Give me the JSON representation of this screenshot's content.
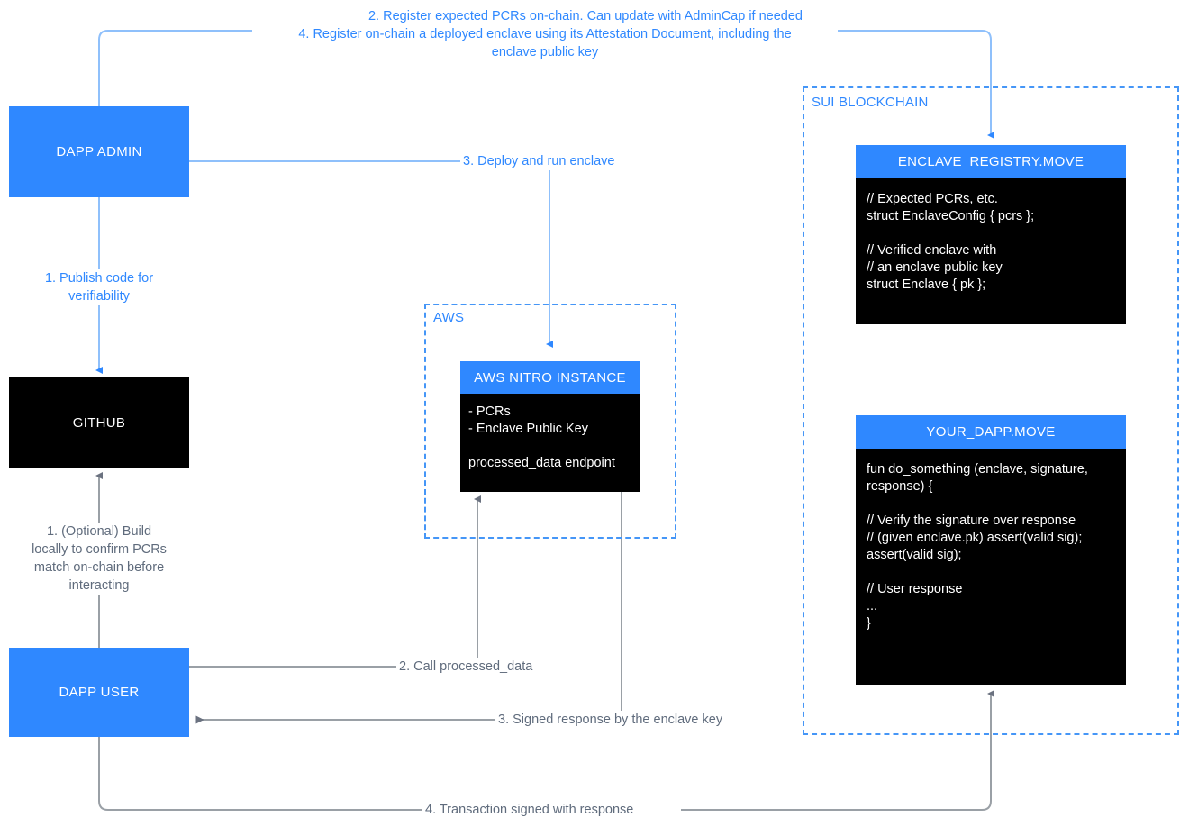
{
  "diagram": {
    "title": "Sui Nitro Enclave attestation architecture",
    "colors": {
      "accent_blue": "#2f88ff",
      "dashed_border_blue": "#4596f7",
      "gray_line": "#9aa0a6",
      "gray_text": "#5f6b7c",
      "node_black": "#000000",
      "background": "#ffffff"
    }
  },
  "groups": {
    "aws": {
      "label": "AWS"
    },
    "sui": {
      "label": "SUI BLOCKCHAIN"
    }
  },
  "nodes": {
    "dapp_admin": {
      "label": "DAPP ADMIN"
    },
    "github": {
      "label": "GITHUB"
    },
    "dapp_user": {
      "label": "DAPP USER"
    },
    "aws_nitro_instance": {
      "header": "AWS NITRO INSTANCE",
      "body": "- PCRs\n- Enclave Public Key\n\nprocessed_data endpoint"
    },
    "enclave_registry": {
      "header": "ENCLAVE_REGISTRY.MOVE",
      "body": "// Expected PCRs, etc.\nstruct EnclaveConfig { pcrs };\n\n// Verified enclave with\n// an enclave public key\nstruct Enclave { pk };"
    },
    "your_dapp": {
      "header": "YOUR_DAPP.MOVE",
      "body": "fun do_something (enclave, signature,\nresponse) {\n\n// Verify the signature over response\n// (given enclave.pk) assert(valid sig);\nassert(valid sig);\n\n// User response\n...\n}"
    }
  },
  "edges": {
    "register_pcrs": "2. Register expected PCRs on-chain. Can update with AdminCap if needed",
    "register_enclave": "4. Register on-chain a deployed enclave using its Attestation Document, including the\nenclave public key",
    "deploy_run_enclave": "3. Deploy and run enclave",
    "publish_code": "1. Publish code for\nverifiability",
    "optional_build": "1. (Optional) Build\nlocally to confirm PCRs\nmatch on-chain before\ninteracting",
    "call_processed_data": "2. Call processed_data",
    "signed_response": "3. Signed response by the enclave key",
    "transaction_signed": "4. Transaction signed with response"
  }
}
